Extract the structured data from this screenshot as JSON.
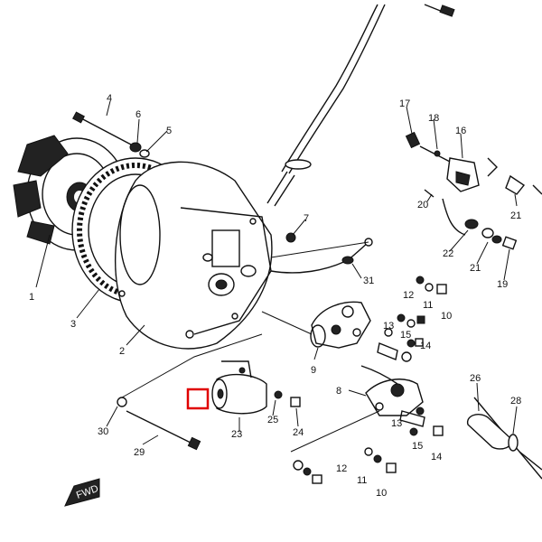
{
  "diagram": {
    "callouts": [
      {
        "id": "c4",
        "text": "4"
      },
      {
        "id": "c6",
        "text": "6"
      },
      {
        "id": "c5",
        "text": "5"
      },
      {
        "id": "c1",
        "text": "1"
      },
      {
        "id": "c3",
        "text": "3"
      },
      {
        "id": "c2",
        "text": "2"
      },
      {
        "id": "c7",
        "text": "7"
      },
      {
        "id": "c31",
        "text": "31"
      },
      {
        "id": "c17",
        "text": "17"
      },
      {
        "id": "c18",
        "text": "18"
      },
      {
        "id": "c16",
        "text": "16"
      },
      {
        "id": "c20",
        "text": "20"
      },
      {
        "id": "c21a",
        "text": "21"
      },
      {
        "id": "c22",
        "text": "22"
      },
      {
        "id": "c21b",
        "text": "21"
      },
      {
        "id": "c19",
        "text": "19"
      },
      {
        "id": "c12a",
        "text": "12"
      },
      {
        "id": "c11a",
        "text": "11"
      },
      {
        "id": "c10a",
        "text": "10"
      },
      {
        "id": "c13a",
        "text": "13"
      },
      {
        "id": "c15a",
        "text": "15"
      },
      {
        "id": "c14a",
        "text": "14"
      },
      {
        "id": "c9",
        "text": "9"
      },
      {
        "id": "c8",
        "text": "8"
      },
      {
        "id": "c26",
        "text": "26"
      },
      {
        "id": "c28",
        "text": "28"
      },
      {
        "id": "c13b",
        "text": "13"
      },
      {
        "id": "c15b",
        "text": "15"
      },
      {
        "id": "c14b",
        "text": "14"
      },
      {
        "id": "c30",
        "text": "30"
      },
      {
        "id": "c29",
        "text": "29"
      },
      {
        "id": "c23",
        "text": "23"
      },
      {
        "id": "c25",
        "text": "25"
      },
      {
        "id": "c24",
        "text": "24"
      },
      {
        "id": "c12b",
        "text": "12"
      },
      {
        "id": "c11b",
        "text": "11"
      },
      {
        "id": "c10b",
        "text": "10"
      }
    ],
    "front_marker": "FWD",
    "highlight_color": "#e00000",
    "ink_color": "#111111"
  }
}
